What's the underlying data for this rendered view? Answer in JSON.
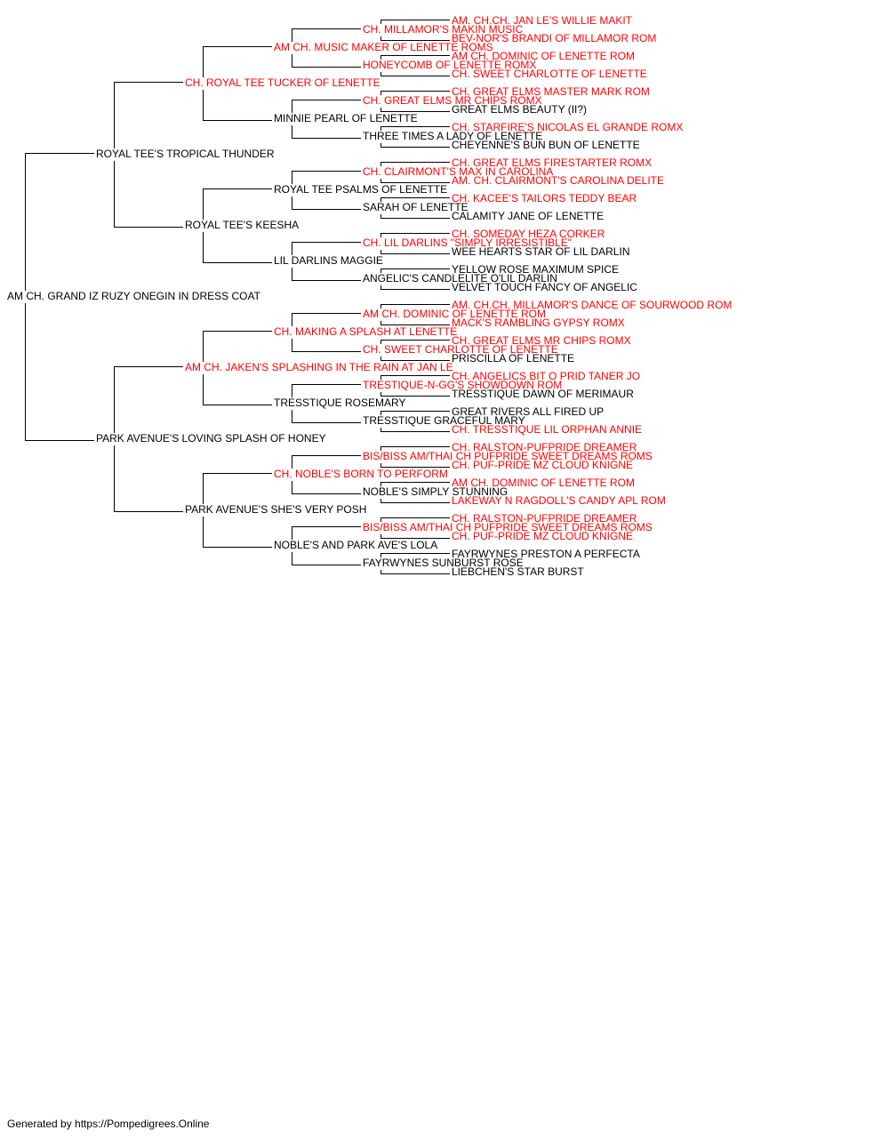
{
  "colors": {
    "titled": "#ff0000",
    "plain": "#000000",
    "line": "#000000"
  },
  "pedigree": {
    "name": "AM CH. GRAND IZ RUZY ONEGIN IN DRESS COAT",
    "titled": false,
    "sire": {
      "name": "ROYAL TEE'S TROPICAL THUNDER",
      "titled": false,
      "sire": {
        "name": "CH. ROYAL TEE TUCKER OF LENETTE",
        "titled": true,
        "sire": {
          "name": "AM CH. MUSIC MAKER OF LENETTE ROMS",
          "titled": true,
          "sire": {
            "name": "CH. MILLAMOR'S MAKIN MUSIC",
            "titled": true,
            "sire": {
              "name": "AM. CH.CH. JAN LE'S WILLIE MAKIT",
              "titled": true
            },
            "dam": {
              "name": "BEV-NOR'S BRANDI OF MILLAMOR ROM",
              "titled": true
            }
          },
          "dam": {
            "name": "HONEYCOMB OF LENETTE ROMX",
            "titled": true,
            "sire": {
              "name": "AM CH. DOMINIC OF LENETTE ROM",
              "titled": true
            },
            "dam": {
              "name": "CH. SWEET CHARLOTTE OF LENETTE",
              "titled": true
            }
          }
        },
        "dam": {
          "name": "MINNIE PEARL OF LENETTE",
          "titled": false,
          "sire": {
            "name": "CH. GREAT ELMS MR CHIPS ROMX",
            "titled": true,
            "sire": {
              "name": "CH. GREAT ELMS MASTER MARK ROM",
              "titled": true
            },
            "dam": {
              "name": "GREAT ELMS BEAUTY (II?)",
              "titled": false
            }
          },
          "dam": {
            "name": "THREE TIMES A LADY OF LENETTE",
            "titled": false,
            "sire": {
              "name": "CH. STARFIRE'S NICOLAS EL GRANDE ROMX",
              "titled": true
            },
            "dam": {
              "name": "CHEYENNE'S BUN BUN OF LENETTE",
              "titled": false
            }
          }
        }
      },
      "dam": {
        "name": "ROYAL TEE'S KEESHA",
        "titled": false,
        "sire": {
          "name": "ROYAL TEE PSALMS OF LENETTE",
          "titled": false,
          "sire": {
            "name": "CH. CLAIRMONT'S MAX IN CAROLINA",
            "titled": true,
            "sire": {
              "name": "CH. GREAT ELMS FIRESTARTER ROMX",
              "titled": true
            },
            "dam": {
              "name": "AM. CH. CLAIRMONT'S CAROLINA DELITE",
              "titled": true
            }
          },
          "dam": {
            "name": "SARAH OF LENETTE",
            "titled": false,
            "sire": {
              "name": "CH. KACEE'S TAILORS TEDDY BEAR",
              "titled": true
            },
            "dam": {
              "name": "CALAMITY JANE OF LENETTE",
              "titled": false
            }
          }
        },
        "dam": {
          "name": "LIL DARLINS MAGGIE",
          "titled": false,
          "sire": {
            "name": "CH. LIL DARLINS \"SIMPLY IRRESISTIBLE\"",
            "titled": true,
            "sire": {
              "name": "CH. SOMEDAY HEZA CORKER",
              "titled": true
            },
            "dam": {
              "name": "WEE HEARTS STAR OF LIL DARLIN",
              "titled": false
            }
          },
          "dam": {
            "name": "ANGELIC'S CANDLELITE O'LIL DARLIN",
            "titled": false,
            "sire": {
              "name": "YELLOW ROSE MAXIMUM SPICE",
              "titled": false
            },
            "dam": {
              "name": "VELVET TOUCH FANCY OF ANGELIC",
              "titled": false
            }
          }
        }
      }
    },
    "dam": {
      "name": "PARK AVENUE'S LOVING SPLASH OF HONEY",
      "titled": false,
      "sire": {
        "name": "AM CH. JAKEN'S SPLASHING IN THE RAIN AT JAN LE",
        "titled": true,
        "sire": {
          "name": "CH. MAKING A SPLASH AT LENETTE",
          "titled": true,
          "sire": {
            "name": "AM CH. DOMINIC OF LENETTE ROM",
            "titled": true,
            "sire": {
              "name": "AM. CH.CH. MILLAMOR'S DANCE OF SOURWOOD ROM",
              "titled": true
            },
            "dam": {
              "name": "MACK'S RAMBLING GYPSY ROMX",
              "titled": true
            }
          },
          "dam": {
            "name": "CH. SWEET CHARLOTTE OF LENETTE",
            "titled": true,
            "sire": {
              "name": "CH. GREAT ELMS MR CHIPS ROMX",
              "titled": true
            },
            "dam": {
              "name": "PRISCILLA OF LENETTE",
              "titled": false
            }
          }
        },
        "dam": {
          "name": "TRESSTIQUE ROSEMARY",
          "titled": false,
          "sire": {
            "name": "TRESTIQUE-N-GG'S SHOWDOWN ROM",
            "titled": true,
            "sire": {
              "name": "CH. ANGELICS BIT O PRID TANER JO",
              "titled": true
            },
            "dam": {
              "name": "TRESSTIQUE DAWN OF MERIMAUR",
              "titled": false
            }
          },
          "dam": {
            "name": "TRESSTIQUE GRACEFUL MARY",
            "titled": false,
            "sire": {
              "name": "GREAT RIVERS ALL FIRED UP",
              "titled": false
            },
            "dam": {
              "name": "CH. TRESSTIQUE LIL ORPHAN ANNIE",
              "titled": true
            }
          }
        }
      },
      "dam": {
        "name": "PARK AVENUE'S SHE'S VERY POSH",
        "titled": false,
        "sire": {
          "name": "CH. NOBLE'S BORN TO PERFORM",
          "titled": true,
          "sire": {
            "name": "BIS/BISS AM/THAI CH PUFPRIDE SWEET DREAMS ROMS",
            "titled": true,
            "sire": {
              "name": "CH. RALSTON-PUFPRIDE DREAMER",
              "titled": true
            },
            "dam": {
              "name": "CH. PUF-PRIDE MZ CLOUD KNIGNE",
              "titled": true
            }
          },
          "dam": {
            "name": "NOBLE'S SIMPLY STUNNING",
            "titled": false,
            "sire": {
              "name": "AM CH. DOMINIC OF LENETTE ROM",
              "titled": true
            },
            "dam": {
              "name": "LAKEWAY N RAGDOLL'S CANDY APL ROM",
              "titled": true
            }
          }
        },
        "dam": {
          "name": "NOBLE'S AND PARK AVE'S LOLA",
          "titled": false,
          "sire": {
            "name": "BIS/BISS AM/THAI CH PUFPRIDE SWEET DREAMS ROMS",
            "titled": true,
            "sire": {
              "name": "CH. RALSTON-PUFPRIDE DREAMER",
              "titled": true
            },
            "dam": {
              "name": "CH. PUF-PRIDE MZ CLOUD KNIGNE",
              "titled": true
            }
          },
          "dam": {
            "name": "FAYRWYNES SUNBURST ROSE",
            "titled": false,
            "sire": {
              "name": "FAYRWYNES PRESTON A PERFECTA",
              "titled": false
            },
            "dam": {
              "name": "LIEBCHEN'S STAR BURST",
              "titled": false
            }
          }
        }
      }
    }
  },
  "footer": {
    "text": "Generated by https://Pompedigrees.Online"
  }
}
